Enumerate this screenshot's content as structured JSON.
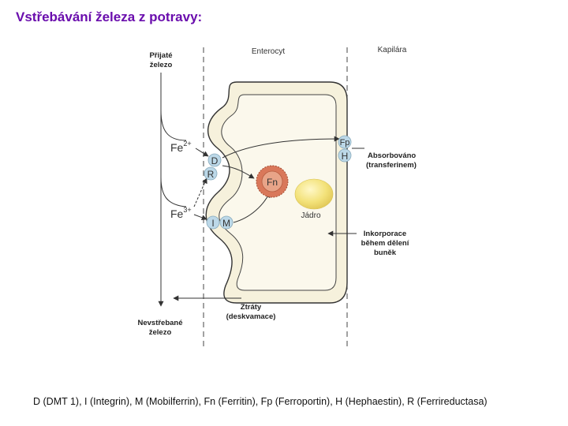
{
  "title": "Vstřebávání železa z potravy:",
  "diagram": {
    "intake": [
      "Přijaté",
      "železo"
    ],
    "enterocyte": "Enterocyt",
    "capillary": "Kapilára",
    "fe2": "Fe",
    "fe2_charge": "2+",
    "fe3": "Fe",
    "fe3_charge": "3+",
    "d": "D",
    "r": "R",
    "i": "I",
    "m": "M",
    "fn": "Fn",
    "fp": "Fp",
    "h": "H",
    "nucleus": "Jádro",
    "absorbed": [
      "Absorbováno",
      "(transferinem)"
    ],
    "incorporation": [
      "Inkorporace",
      "během dělení",
      "buněk"
    ],
    "losses": [
      "Ztráty",
      "(deskvamace)"
    ],
    "unabsorbed": [
      "Nevstřebané",
      "železo"
    ]
  },
  "colors": {
    "title": "#6a0dad",
    "cell_fill": "#f6f1dc",
    "transporter": "#bcd8e8",
    "ferritin": "#d9785a",
    "nucleus": "#f3e27a"
  },
  "caption": "D (DMT 1), I (Integrin), M (Mobilferrin), Fn (Ferritin), Fp (Ferroportin), H (Hephaestin), R (Ferrireductasa)"
}
